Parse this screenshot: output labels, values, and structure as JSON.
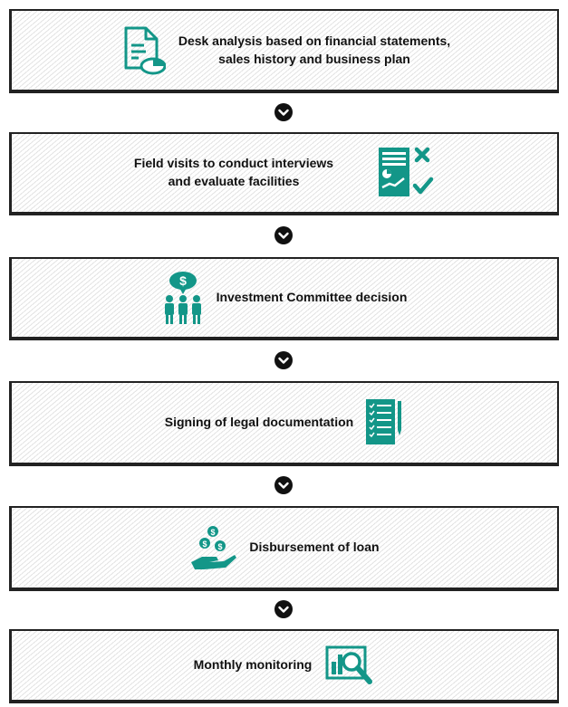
{
  "accent_color": "#139688",
  "steps": [
    {
      "label": "Desk analysis based on financial statements,\nsales history and business plan",
      "icon": "financial-document-chart-icon"
    },
    {
      "label": "Field visits to conduct interviews\nand evaluate facilities",
      "icon": "checklist-report-icon"
    },
    {
      "label": "Investment Committee decision",
      "icon": "committee-people-dollar-icon"
    },
    {
      "label": "Signing of legal documentation",
      "icon": "legal-document-pen-icon"
    },
    {
      "label": "Disbursement of loan",
      "icon": "hand-coins-icon"
    },
    {
      "label": "Monthly monitoring",
      "icon": "chart-magnifier-icon"
    }
  ],
  "connector_icon": "chevron-down-circle-icon"
}
